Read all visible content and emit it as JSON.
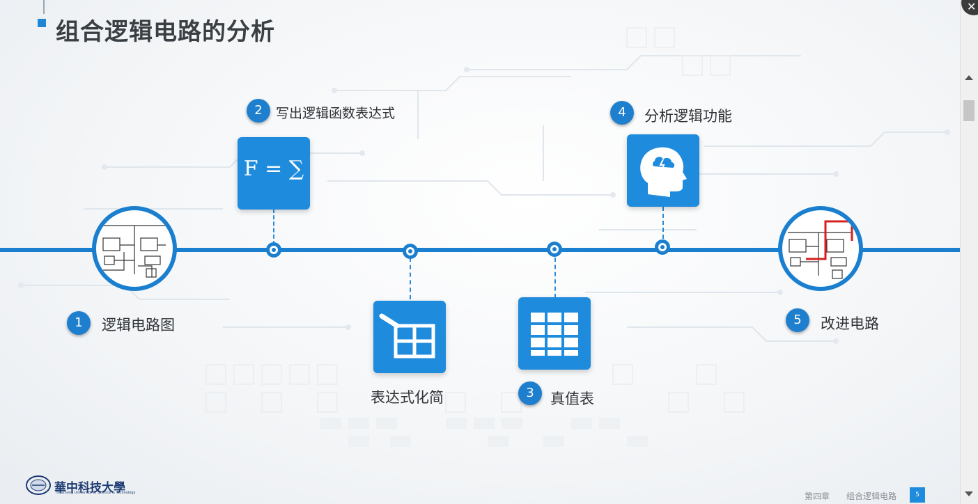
{
  "slide": {
    "title": "组合逻辑电路的分析"
  },
  "steps": [
    {
      "number": "1",
      "label": "逻辑电路图"
    },
    {
      "number": "2",
      "label": "写出逻辑函数表达式"
    },
    {
      "number": "3",
      "label": "真值表"
    },
    {
      "number": "4",
      "label": "分析逻辑功能"
    },
    {
      "number": "5",
      "label": "改进电路"
    }
  ],
  "simplify": {
    "label": "表达式化简"
  },
  "formula": {
    "text": "F = ∑"
  },
  "icons": {
    "formula": "sigma-formula-icon",
    "simplify": "table-edit-icon",
    "truth_table": "grid-table-icon",
    "analyze": "brain-head-icon",
    "circuit": "circuit-diagram-icon"
  },
  "footer": {
    "school": "華中科技大學",
    "school_sub": "Huazhong University of Science & Technology",
    "chapter": "第四章",
    "section": "组合逻辑电路",
    "page": "5"
  },
  "colors": {
    "accent": "#1a7fcf",
    "tile": "#1f8bdc",
    "title": "#3a3f44",
    "highlight_path": "#d62020"
  }
}
